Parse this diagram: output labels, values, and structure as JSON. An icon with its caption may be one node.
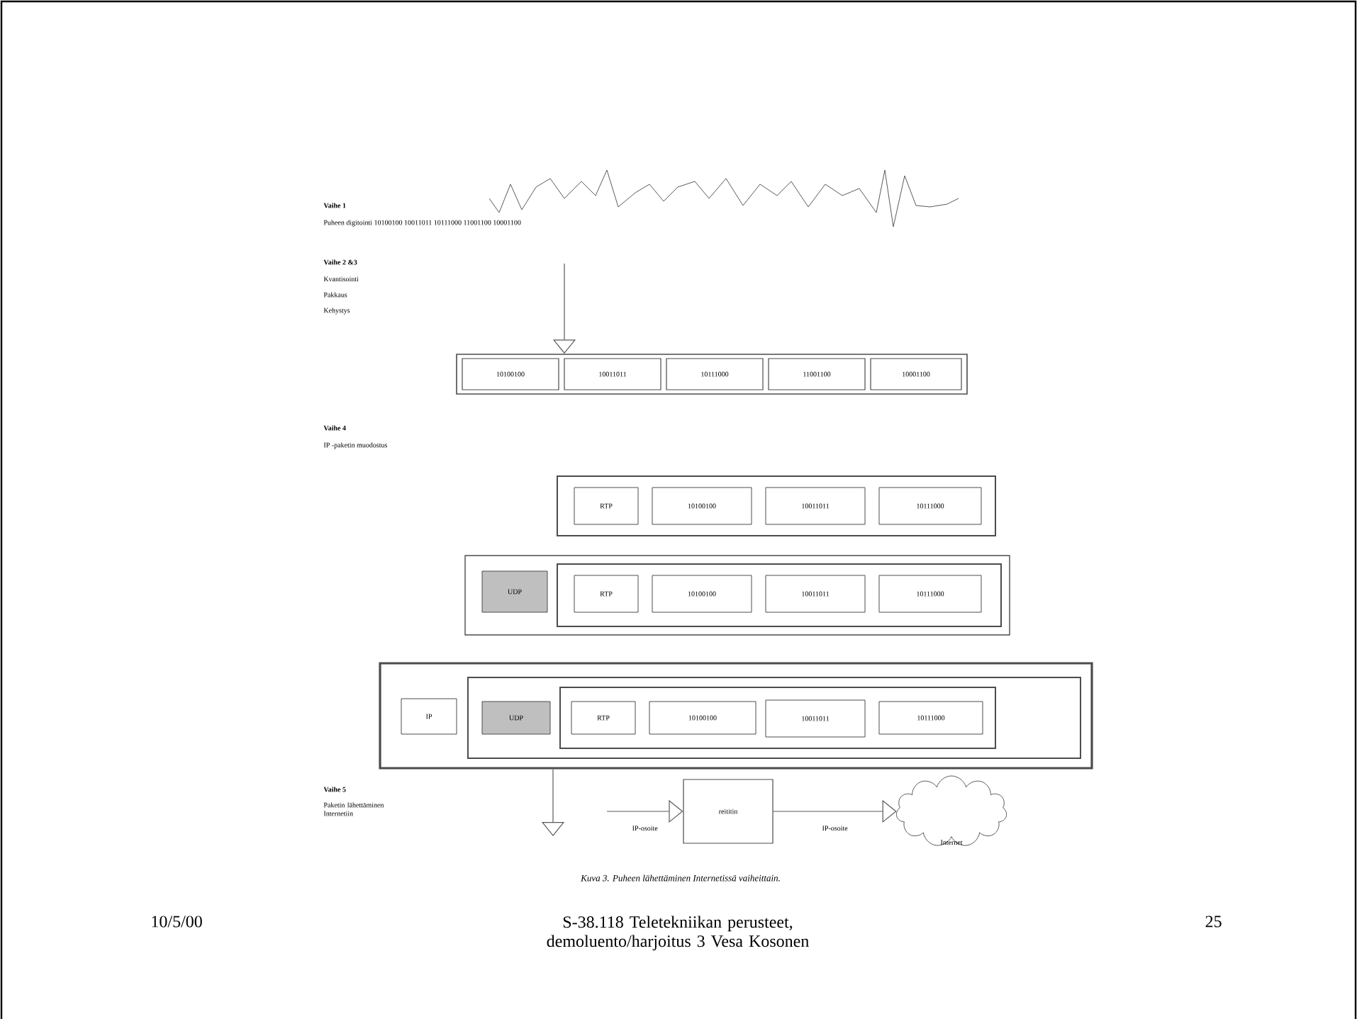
{
  "diagram": {
    "caption": "Kuva 3. Puheen lähettäminen Internetissä vaiheittain.",
    "nodes": [
      {
        "text": [],
        "shape": "box"
      },
      {
        "text": [
          "10100100"
        ],
        "in": 0
      },
      {
        "text": [
          "10011011"
        ],
        "in": 0
      },
      {
        "text": [
          "10111000"
        ],
        "in": 0
      },
      {
        "text": [
          "11001100"
        ],
        "in": 0
      },
      {
        "text": [
          "10001100"
        ],
        "in": 0
      },
      {
        "text": [],
        "shape": "box"
      },
      {
        "text": [
          "RTP"
        ],
        "in": 6
      },
      {
        "text": [
          "10100100"
        ],
        "in": 6
      },
      {
        "text": [
          "10011011"
        ],
        "in": 6
      },
      {
        "text": [
          "10111000"
        ],
        "in": 6
      },
      {
        "text": [],
        "shape": "box"
      },
      {
        "text": [
          "UDP"
        ],
        "in": 11
      },
      {
        "text": [],
        "shape": "box",
        "in": 11
      },
      {
        "text": [
          "RTP"
        ],
        "in": 13
      },
      {
        "text": [
          "10100100"
        ],
        "in": 13
      },
      {
        "text": [
          "10011011"
        ],
        "in": 13
      },
      {
        "text": [
          "10111000"
        ],
        "in": 13
      },
      {
        "text": [],
        "shape": "box"
      },
      {
        "text": [
          "IP"
        ],
        "in": 18
      },
      {
        "text": [],
        "shape": "box",
        "in": 18
      },
      {
        "text": [
          "UDP"
        ],
        "in": 20
      },
      {
        "text": [],
        "shape": "box",
        "in": 20
      },
      {
        "text": [
          "RTP"
        ],
        "in": 22
      },
      {
        "text": [
          "10100100"
        ],
        "in": 22
      },
      {
        "text": [
          "10011011"
        ],
        "in": 22
      },
      {
        "text": [
          "10111000"
        ],
        "in": 22
      },
      {
        "text": [
          "reititin"
        ]
      },
      {
        "text": [
          "Internet"
        ]
      }
    ],
    "edges": [
      {
        "from": null,
        "to": 0,
        "arrow": "to"
      },
      {
        "from": 18,
        "to": null,
        "arrow": "to"
      },
      {
        "from": null,
        "to": 27,
        "arrow": "to",
        "label": "IP-osoite"
      },
      {
        "from": 27,
        "to": 28,
        "arrow": "to",
        "label": "IP-osoite"
      }
    ],
    "labels": [
      "Vaihe 1",
      "Puheen digitointi 10100100 10011011 10111000 11001100 10001100",
      "Vaihe 2 &3",
      "Kvantisointi",
      "Pakkaus",
      "Kehystys",
      "Vaihe 4",
      "IP -paketin muodostus",
      "Vaihe 5",
      "Paketin lähettäminen Internetiin",
      "10/5/00",
      "S-38.118 Teletekniikan perusteet, demoluento/harjoitus 3 Vesa Kosonen",
      "25"
    ]
  }
}
